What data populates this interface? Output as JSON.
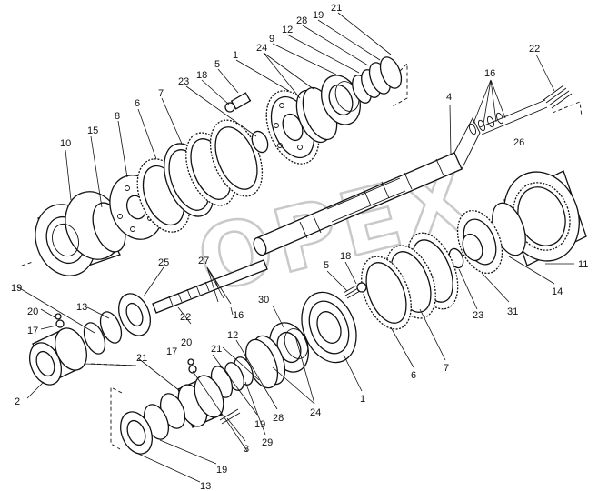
{
  "watermark": "OPEX",
  "labels": {
    "l1a": "1",
    "l1b": "1",
    "l2": "2",
    "l3": "3",
    "l4": "4",
    "l5a": "5",
    "l5b": "5",
    "l6a": "6",
    "l6b": "6",
    "l7a": "7",
    "l7b": "7",
    "l8": "8",
    "l9": "9",
    "l10": "10",
    "l11": "11",
    "l12a": "12",
    "l12b": "12",
    "l13a": "13",
    "l13b": "13",
    "l14": "14",
    "l15": "15",
    "l16a": "16",
    "l16b": "16",
    "l17a": "17",
    "l17b": "17",
    "l18a": "18",
    "l18b": "18",
    "l19a": "19",
    "l19b": "19",
    "l19c": "19",
    "l19d": "19",
    "l20a": "20",
    "l20b": "20",
    "l21a": "21",
    "l21b": "21",
    "l21c": "21",
    "l22a": "22",
    "l22b": "22",
    "l23a": "23",
    "l23b": "23",
    "l24a": "24",
    "l24b": "24",
    "l25": "25",
    "l26": "26",
    "l27": "27",
    "l28a": "28",
    "l28b": "28",
    "l29": "29",
    "l30": "30",
    "l31": "31"
  }
}
